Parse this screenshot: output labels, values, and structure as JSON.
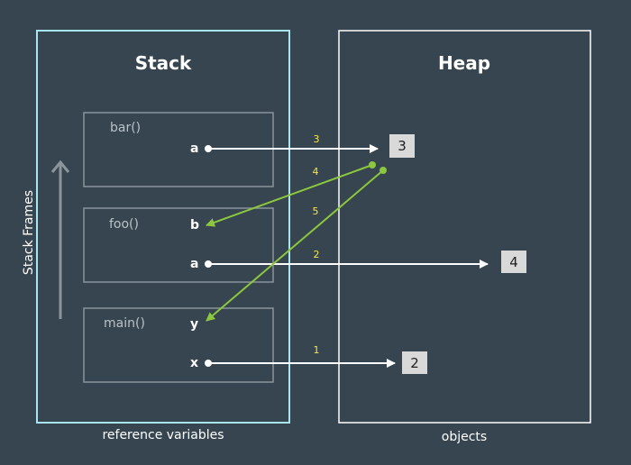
{
  "stack": {
    "title": "Stack",
    "axis_label": "Stack Frames",
    "caption": "reference variables",
    "frames": [
      {
        "label": "bar()",
        "vars": [
          "a"
        ]
      },
      {
        "label": "foo()",
        "vars": [
          "b",
          "a"
        ]
      },
      {
        "label": "main()",
        "vars": [
          "y",
          "x"
        ]
      }
    ]
  },
  "heap": {
    "title": "Heap",
    "caption": "objects",
    "objects": [
      "3",
      "4",
      "2"
    ]
  },
  "references": [
    {
      "step": "1",
      "from": "main.x",
      "to": "object 2"
    },
    {
      "step": "2",
      "from": "foo.a",
      "to": "object 4"
    },
    {
      "step": "3",
      "from": "bar.a",
      "to": "object 3"
    },
    {
      "step": "4",
      "from": "object 3",
      "to": "foo.b"
    },
    {
      "step": "5",
      "from": "object 3",
      "to": "main.y"
    }
  ],
  "colors": {
    "background": "#36454f",
    "stack_border": "#a7e6f0",
    "heap_border": "#ffffff",
    "frame_border": "#8a959c",
    "white_arrow": "#ffffff",
    "green_arrow": "#8dc63f",
    "step_number": "#f2e84a",
    "object_fill": "#d9d9d9"
  }
}
